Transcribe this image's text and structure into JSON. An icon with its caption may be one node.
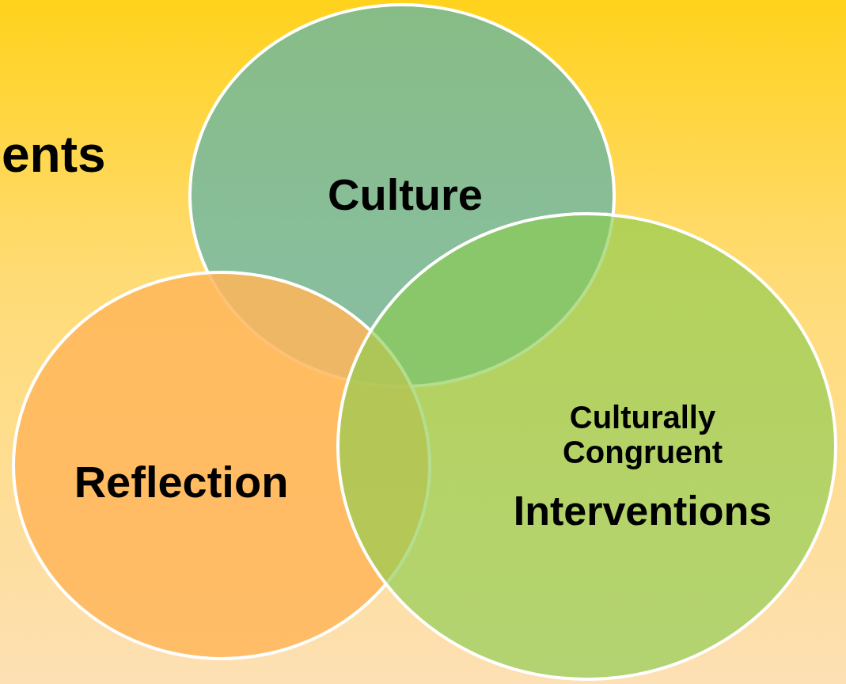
{
  "diagram": {
    "nodes": [
      {
        "text": [
          "Culture"
        ]
      },
      {
        "text": [
          "Reflection"
        ]
      },
      {
        "text": [
          "Culturally Congruent",
          "Interventions"
        ]
      }
    ],
    "labels": [
      "ents"
    ]
  }
}
